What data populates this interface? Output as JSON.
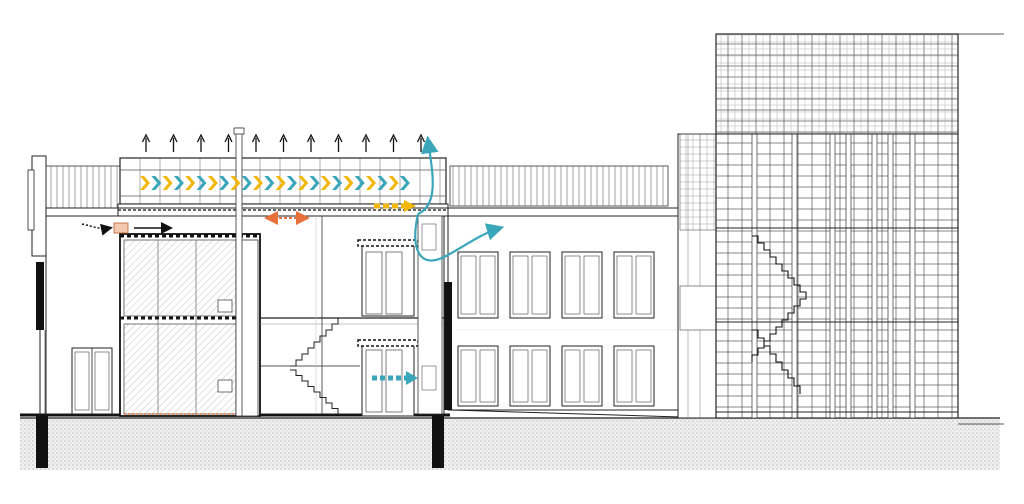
{
  "drawing": {
    "type": "architectural-section",
    "palette": {
      "line": "#222222",
      "ground_fill": "#e6e6e6",
      "hatch": "#b9b9b9",
      "warm_air": "#f2b705",
      "cool_air": "#3aa6b9",
      "exchange": "#e8703a",
      "dark_accent": "#111111"
    },
    "airflow": {
      "roof_vents_count": 11,
      "chevron_band": {
        "chevrons": 24,
        "colors": [
          "warm_air",
          "cool_air"
        ]
      },
      "warm_exhaust": {
        "color": "warm_air"
      },
      "cross_exchange": {
        "color": "exchange"
      },
      "stack_plume": {
        "color": "cool_air"
      },
      "cool_intake": {
        "color": "cool_air"
      },
      "outside_intake": {
        "color": "dark_accent"
      }
    },
    "icons": [
      "up-arrow-icon",
      "double-arrow-icon",
      "curved-arrow-icon",
      "dashed-arrow-icon"
    ]
  }
}
